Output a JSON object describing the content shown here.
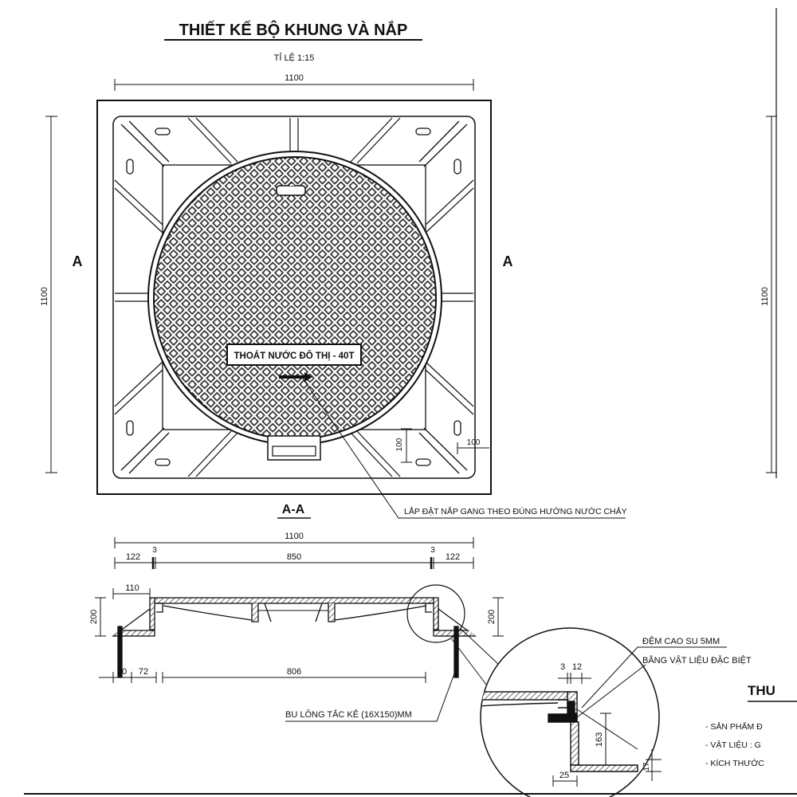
{
  "drawing": {
    "title": "THIẾT KẾ BỘ KHUNG VÀ NẮP",
    "scale": "TỈ LỆ 1:15",
    "dim_top": "1100",
    "dim_left": "1100",
    "dim_right": "1100",
    "section_mark_left": "A",
    "section_mark_right": "A",
    "cover_label": "THOÁT NƯỚC ĐÔ THỊ - 40T",
    "dim_100_v": "100",
    "dim_100_h": "100",
    "install_note": "LẮP ĐẶT NẮP GANG THEO ĐÚNG HƯỚNG NƯỚC CHẢY"
  },
  "section": {
    "title": "A-A",
    "dim_total": "1100",
    "dim_122_left": "122",
    "dim_3_left": "3",
    "dim_850": "850",
    "dim_3_right": "3",
    "dim_122_right": "122",
    "dim_110": "110",
    "dim_200_left": "200",
    "dim_200_right": "200",
    "dim_50": "50",
    "dim_72": "72",
    "dim_806": "806",
    "bolt_label": "BU LÔNG TẮC KÊ (16X150)MM"
  },
  "detail": {
    "gasket_label": "ĐỆM CAO SU 5MM",
    "material_label": "BẰNG VẬT LIỆU ĐẶC BIỆT",
    "dim_3": "3",
    "dim_12": "12",
    "dim_163": "163",
    "dim_25": "25",
    "dim_17": "17"
  },
  "notes": {
    "heading": "THU",
    "line1": "- SẢN PHẨM Đ",
    "line2": "- VẬT LIỆU : G",
    "line3": "- KÍCH THƯỚC"
  }
}
